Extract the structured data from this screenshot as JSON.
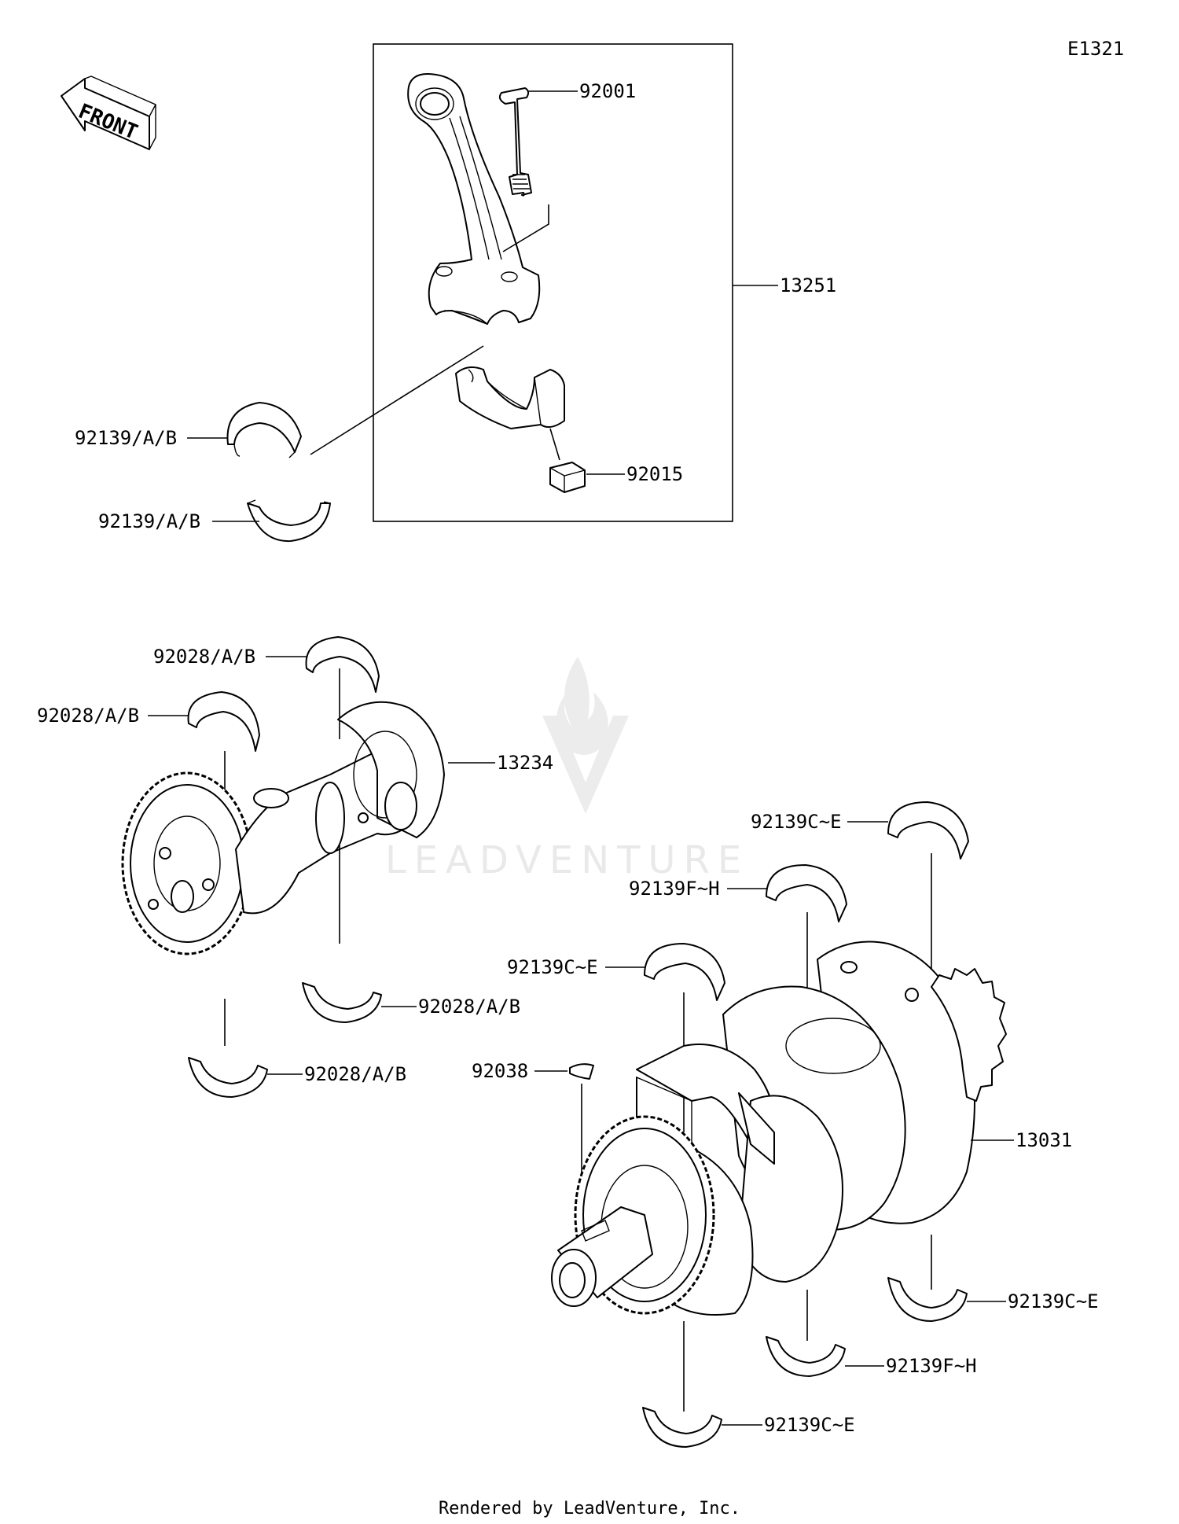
{
  "diagram_code": "E1321",
  "front_arrow_text": "FRONT",
  "watermark_text": "LEADVENTURE",
  "footer_text": "Rendered by LeadVenture, Inc.",
  "callouts": {
    "c92001": "92001",
    "c13251": "13251",
    "c92015": "92015",
    "c92139ab_1": "92139/A/B",
    "c92139ab_2": "92139/A/B",
    "c92028ab_1": "92028/A/B",
    "c92028ab_2": "92028/A/B",
    "c92028ab_3": "92028/A/B",
    "c92028ab_4": "92028/A/B",
    "c13234": "13234",
    "c92139ce_1": "92139C~E",
    "c92139fh_1": "92139F~H",
    "c92139ce_2": "92139C~E",
    "c92038": "92038",
    "c13031": "13031",
    "c92139ce_3": "92139C~E",
    "c92139fh_2": "92139F~H",
    "c92139ce_4": "92139C~E"
  }
}
